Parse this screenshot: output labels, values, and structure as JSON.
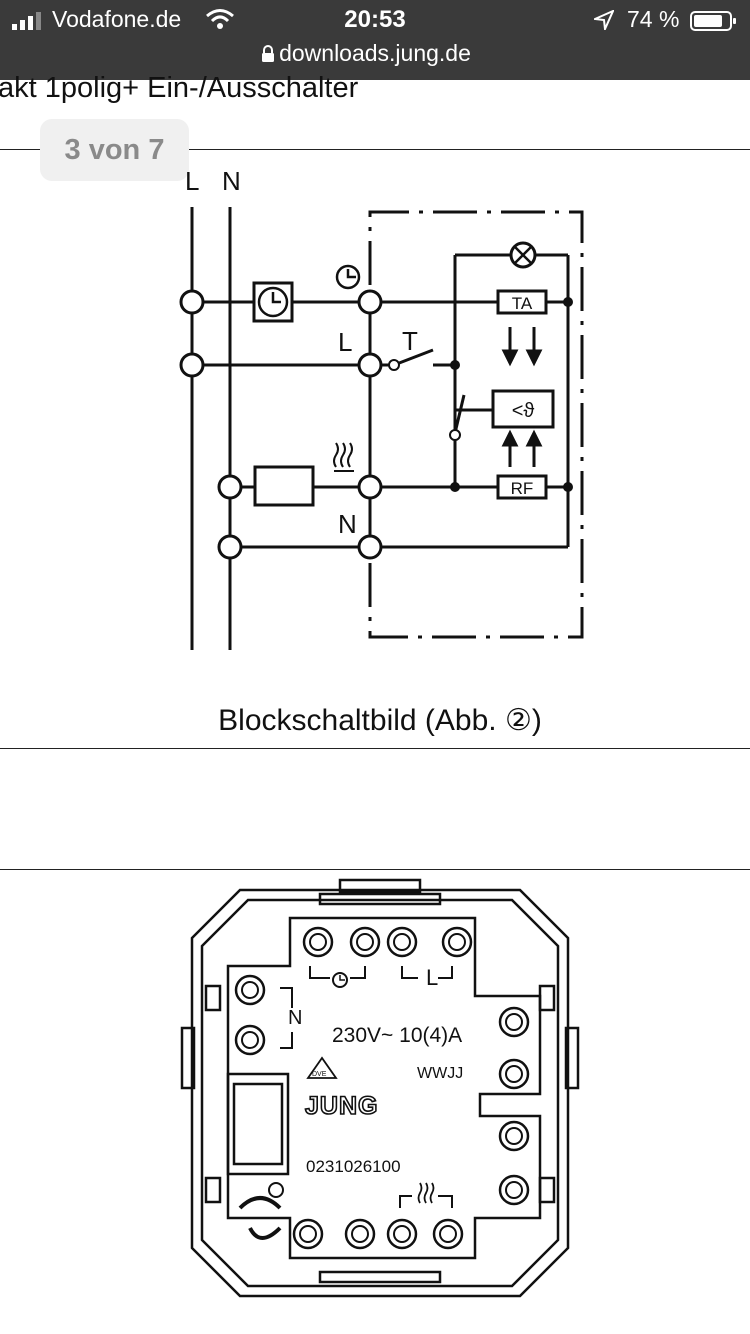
{
  "status_bar": {
    "carrier": "Vodafone.de",
    "time": "20:53",
    "battery_percent": "74 %",
    "url": "downloads.jung.de",
    "icons": [
      "signal-icon",
      "wifi-icon",
      "location-arrow-icon",
      "battery-icon",
      "lock-icon"
    ]
  },
  "document": {
    "title": "akt 1polig+ Ein-/Ausschalter",
    "page_indicator": "3 von 7",
    "figure1": {
      "caption": "Blockschaltbild (Abb. ②)",
      "labels": {
        "L_top": "L",
        "N_top": "N",
        "L_mid": "L",
        "T": "T",
        "N_mid": "N",
        "TA": "TA",
        "theta": "<ϑ",
        "RF": "RF"
      }
    },
    "figure2": {
      "rating": "230V~ 10(4)A",
      "code": "WWJJ",
      "brand": "JUNG",
      "article_number": "0231026100",
      "label_L": "L",
      "label_N": "N",
      "mark": "DVE"
    }
  }
}
